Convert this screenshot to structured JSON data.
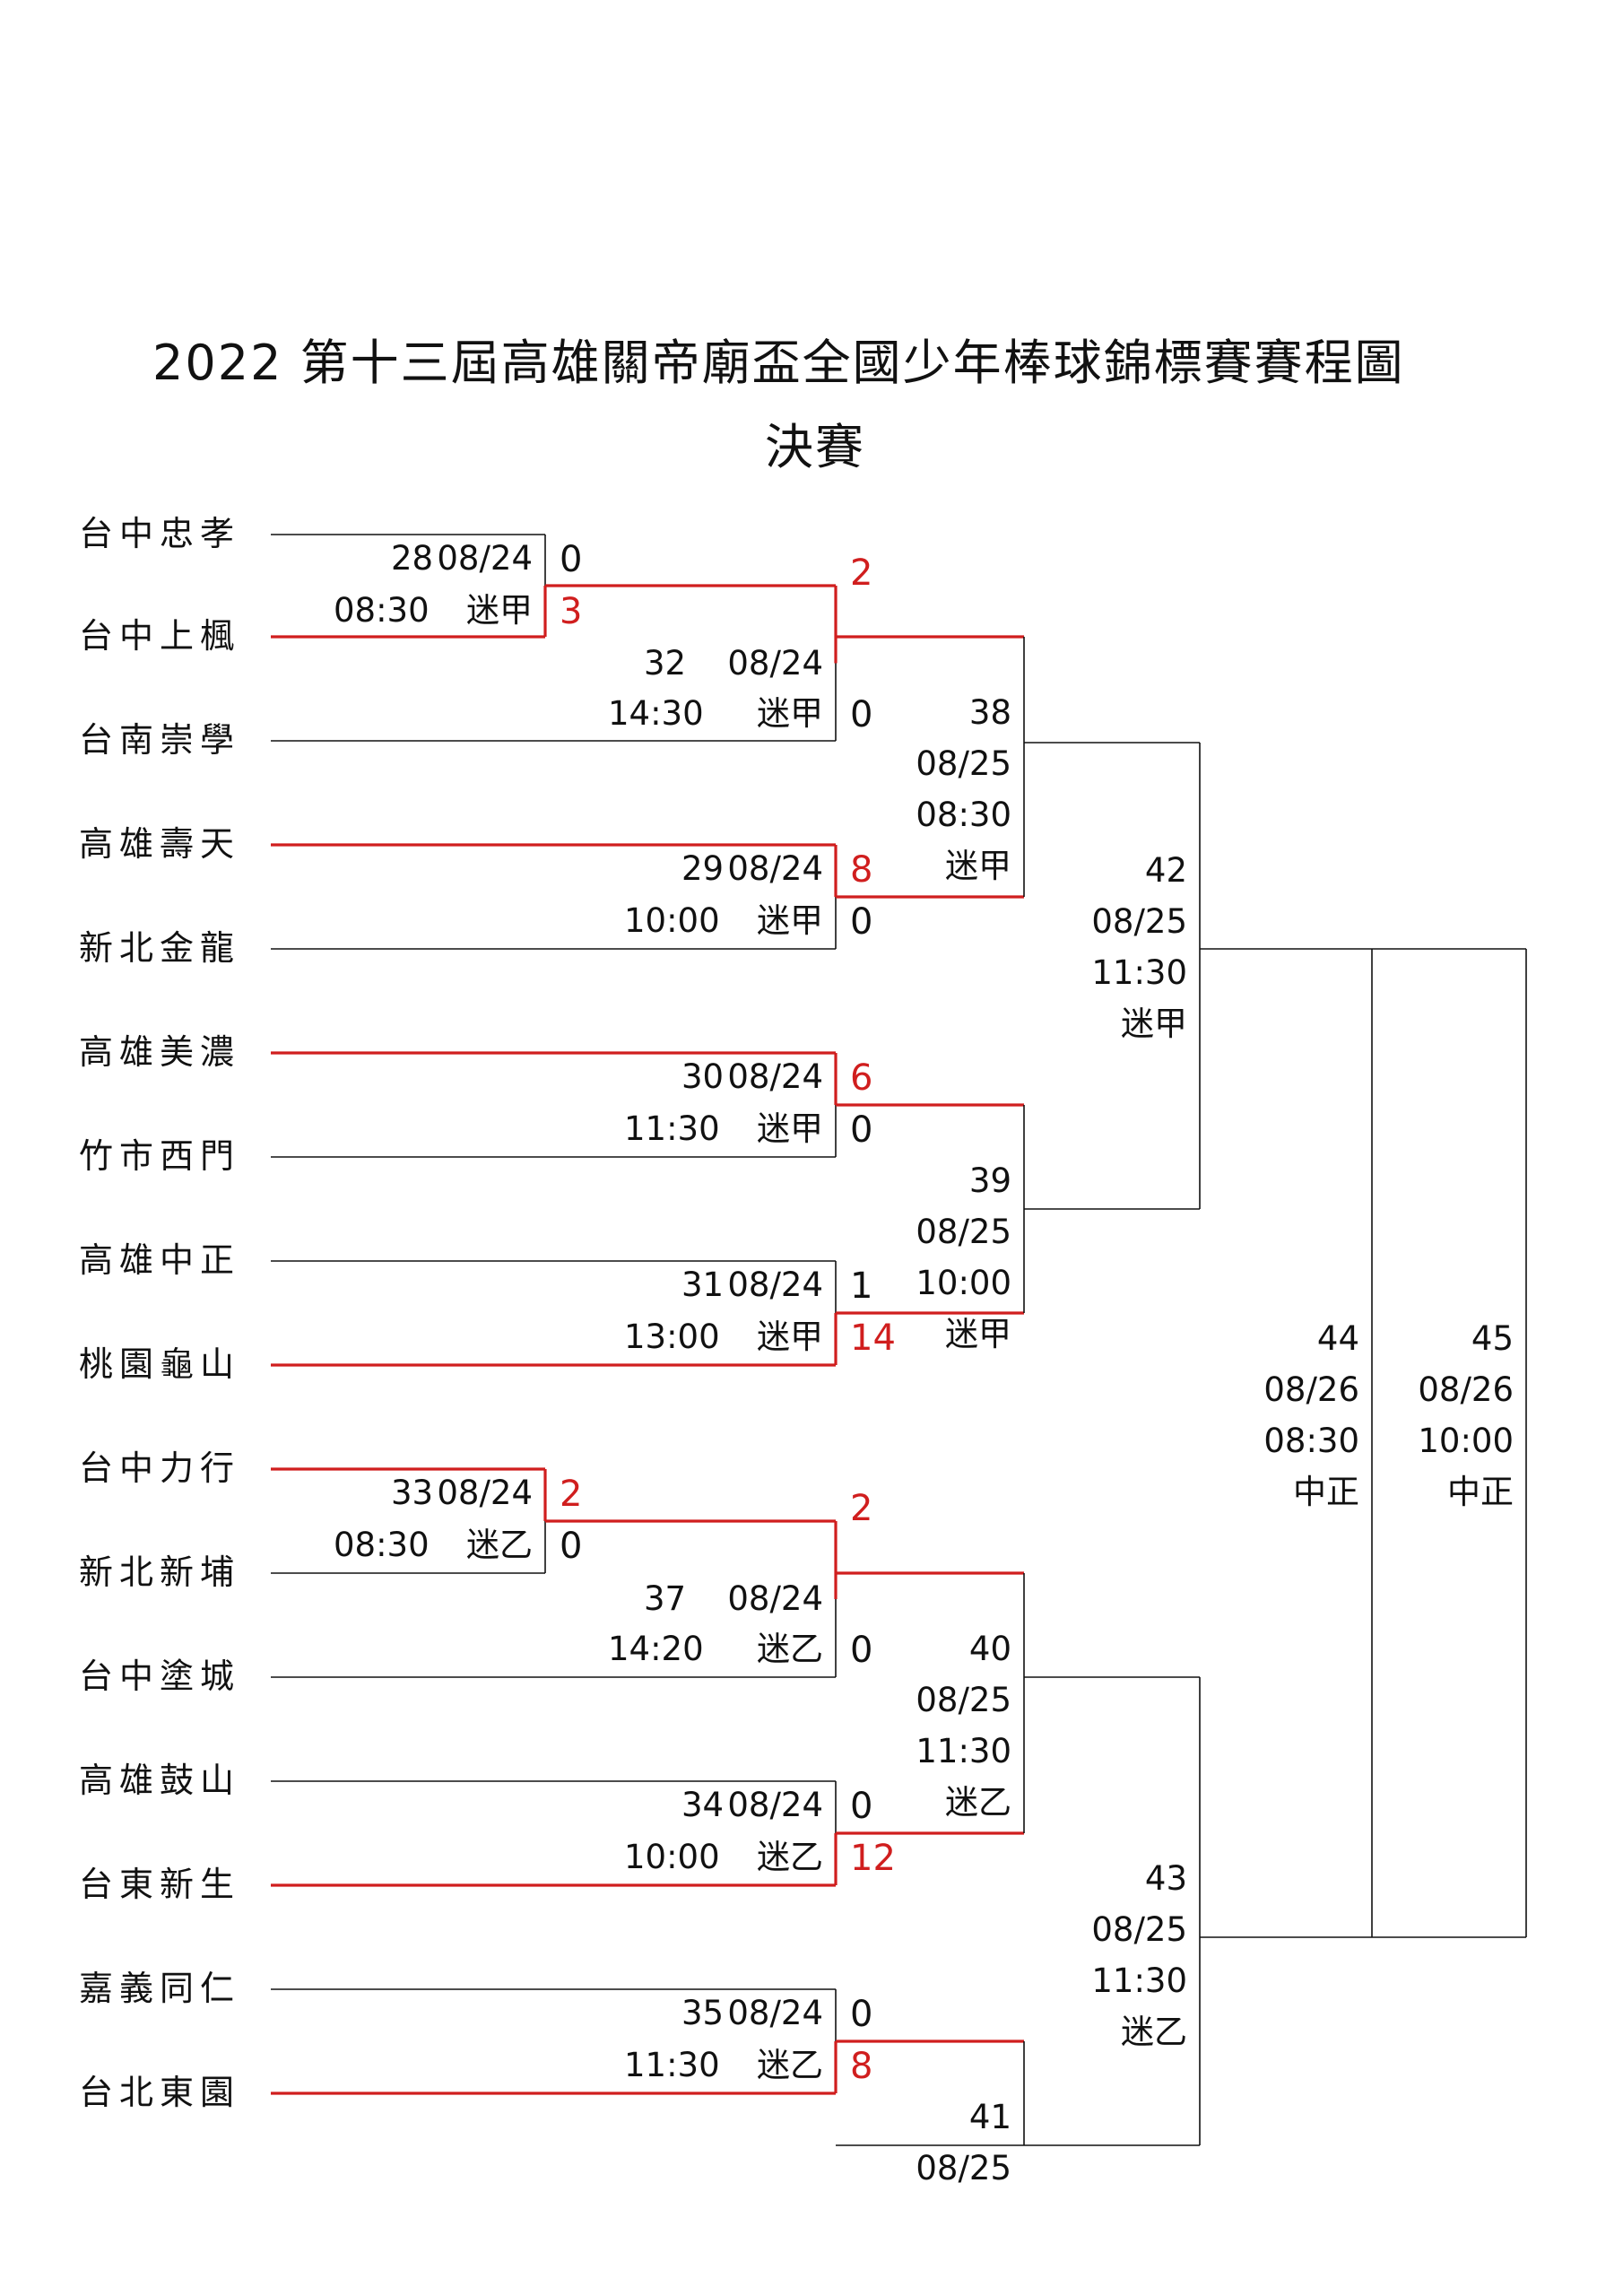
{
  "title": "2022 第十三屆高雄關帝廟盃全國少年棒球錦標賽賽程圖",
  "subtitle": "決賽",
  "colors": {
    "line": "#111111",
    "winner": "#d01e1e"
  },
  "teams": [
    "台中忠孝",
    "台中上楓",
    "台南崇學",
    "高雄壽天",
    "新北金龍",
    "高雄美濃",
    "竹市西門",
    "高雄中正",
    "桃園龜山",
    "台中力行",
    "新北新埔",
    "台中塗城",
    "高雄鼓山",
    "台東新生",
    "嘉義同仁",
    "台北東園"
  ],
  "games": [
    {
      "no": "28",
      "date": "08/24",
      "time": "08:30",
      "field": "迷甲",
      "top": "0",
      "bottom": "3",
      "winner": "bottom"
    },
    {
      "no": "29",
      "date": "08/24",
      "time": "10:00",
      "field": "迷甲",
      "top": "8",
      "bottom": "0",
      "winner": "top"
    },
    {
      "no": "30",
      "date": "08/24",
      "time": "11:30",
      "field": "迷甲",
      "top": "6",
      "bottom": "0",
      "winner": "top"
    },
    {
      "no": "31",
      "date": "08/24",
      "time": "13:00",
      "field": "迷甲",
      "top": "1",
      "bottom": "14",
      "winner": "bottom"
    },
    {
      "no": "32",
      "date": "08/24",
      "time": "14:30",
      "field": "迷甲",
      "top": "2",
      "bottom": "0",
      "winner": "top"
    },
    {
      "no": "33",
      "date": "08/24",
      "time": "08:30",
      "field": "迷乙",
      "top": "2",
      "bottom": "0",
      "winner": "top"
    },
    {
      "no": "34",
      "date": "08/24",
      "time": "10:00",
      "field": "迷乙",
      "top": "0",
      "bottom": "12",
      "winner": "bottom"
    },
    {
      "no": "35",
      "date": "08/24",
      "time": "11:30",
      "field": "迷乙",
      "top": "0",
      "bottom": "8",
      "winner": "bottom"
    },
    {
      "no": "37",
      "date": "08/24",
      "time": "14:20",
      "field": "迷乙",
      "top": "2",
      "bottom": "0",
      "winner": "top"
    },
    {
      "no": "38",
      "date": "08/25",
      "time": "08:30",
      "field": "迷甲"
    },
    {
      "no": "39",
      "date": "08/25",
      "time": "10:00",
      "field": "迷甲"
    },
    {
      "no": "40",
      "date": "08/25",
      "time": "11:30",
      "field": "迷乙"
    },
    {
      "no": "41",
      "date": "08/25"
    },
    {
      "no": "42",
      "date": "08/25",
      "time": "11:30",
      "field": "迷甲"
    },
    {
      "no": "43",
      "date": "08/25",
      "time": "11:30",
      "field": "迷乙"
    },
    {
      "no": "44",
      "date": "08/26",
      "time": "08:30",
      "field": "中正"
    },
    {
      "no": "45",
      "date": "08/26",
      "time": "10:00",
      "field": "中正"
    }
  ]
}
